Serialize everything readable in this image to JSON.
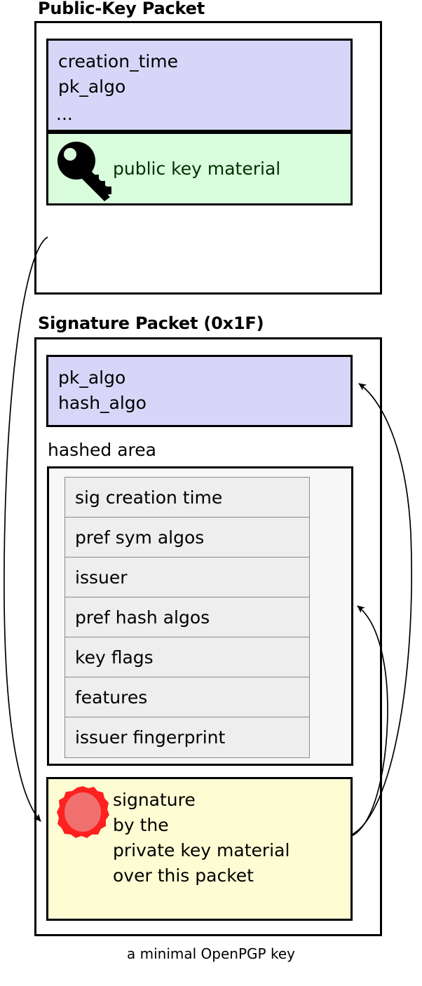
{
  "figure": {
    "caption": "a minimal OpenPGP key"
  },
  "public_key_packet": {
    "title": "Public-Key Packet",
    "header_fields": "creation_time\npk_algo",
    "ellipsis": "...",
    "material_label": "public key material",
    "key_icon": "key-icon",
    "header_color": "#d8d6f8",
    "material_color": "#d9fcdc",
    "material_text_color": "#003000"
  },
  "signature_packet": {
    "title": "Signature Packet (0x1F)",
    "header_fields": "pk_algo\nhash_algo",
    "header_color": "#d8d6f8",
    "hashed_area_label": "hashed area",
    "hashed_area_color": "#f7f7f7",
    "subpackets": [
      "sig creation time",
      "pref sym algos",
      "issuer",
      "pref hash algos",
      "key flags",
      "features",
      "issuer fingerprint"
    ],
    "signature_block": {
      "text": "signature\nby the\nprivate key material\nover this packet",
      "color": "#fdfcd3",
      "seal_icon": "wax-seal-icon",
      "seal_ring_color": "#ff2020",
      "seal_fill_color": "#f07070"
    }
  },
  "arrows": [
    {
      "name": "public-key-to-signature",
      "from": "public-key-packet",
      "to": "signature-block"
    },
    {
      "name": "signature-to-sig-header",
      "from": "signature-block",
      "to": "signature-header-fields"
    },
    {
      "name": "signature-to-hashed-area",
      "from": "signature-block",
      "to": "hashed-area"
    }
  ]
}
